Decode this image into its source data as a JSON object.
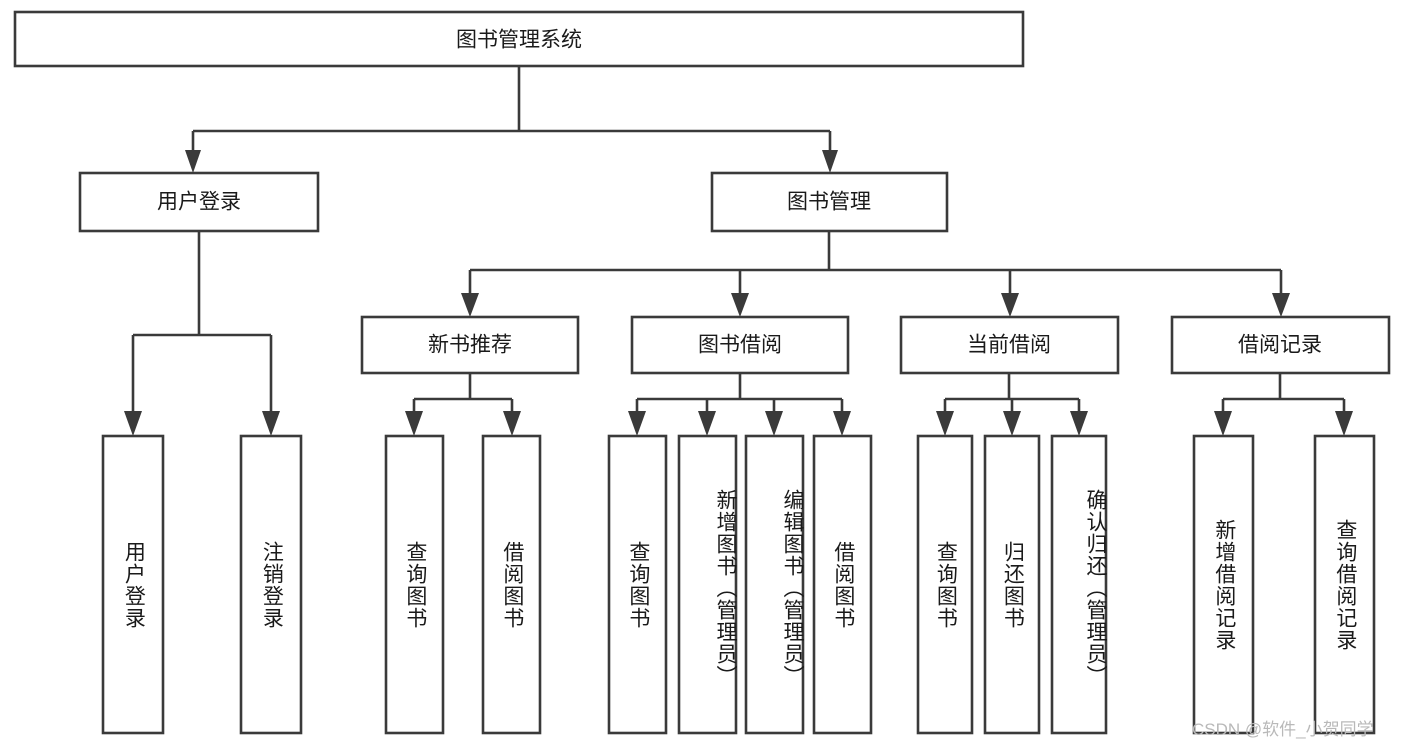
{
  "diagram": {
    "type": "tree",
    "title": "图书管理系统",
    "watermark": "CSDN @软件_小贺同学",
    "colors": {
      "stroke": "#3a3a3a",
      "fill": "#ffffff",
      "text": "#1a1a1a",
      "watermark": "#b9b9b9",
      "background": "#ffffff"
    },
    "root": {
      "label": "图书管理系统"
    },
    "level2": [
      {
        "label": "用户登录"
      },
      {
        "label": "图书管理"
      }
    ],
    "level3": [
      {
        "label": "新书推荐"
      },
      {
        "label": "图书借阅"
      },
      {
        "label": "当前借阅"
      },
      {
        "label": "借阅记录"
      }
    ],
    "leaves": {
      "user_login": [
        {
          "label": "用户登录"
        },
        {
          "label": "注销登录"
        }
      ],
      "new_book_recommend": [
        {
          "label": "查询图书"
        },
        {
          "label": "借阅图书"
        }
      ],
      "book_borrow": [
        {
          "label": "查询图书"
        },
        {
          "label": "新增图书（管理员）"
        },
        {
          "label": "编辑图书（管理员）"
        },
        {
          "label": "借阅图书"
        }
      ],
      "current_borrow": [
        {
          "label": "查询图书"
        },
        {
          "label": "归还图书"
        },
        {
          "label": "确认归还（管理员）"
        }
      ],
      "borrow_record": [
        {
          "label": "新增借阅记录"
        },
        {
          "label": "查询借阅记录"
        }
      ]
    }
  }
}
